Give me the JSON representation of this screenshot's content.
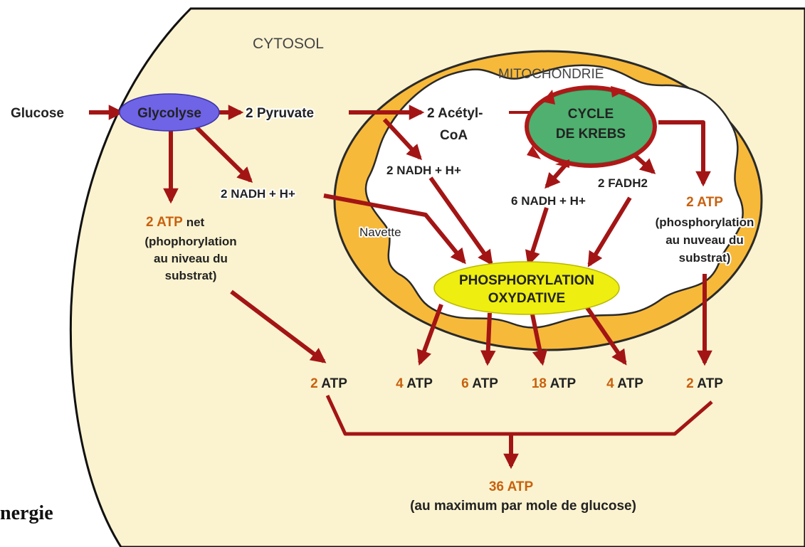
{
  "labels": {
    "cytosol": "CYTOSOL",
    "mitochondrie": "MITOCHONDRIE",
    "glucose": "Glucose",
    "glycolyse": "Glycolyse",
    "pyruvate": "2 Pyruvate",
    "acetyl_line1": "2 Acétyl-",
    "acetyl_line2": "CoA",
    "krebs_line1": "CYCLE",
    "krebs_line2": "DE KREBS",
    "nadh_mito_num": "2",
    "nadh_mito_rest": "NADH + H+",
    "nadh_cyto_num": "2",
    "nadh_cyto_rest": "NADH + H+",
    "nadh6_num": "6",
    "nadh6_rest": "NADH + H+",
    "fadh_num": "2",
    "fadh_rest": "FADH2",
    "atp_net_num": "2",
    "atp_net_word": "ATP",
    "atp_net_suffix": "net",
    "atp_net_desc1": "(phophorylation",
    "atp_net_desc2": "au niveau du",
    "atp_net_desc3": "substrat)",
    "atp_krebs_num": "2",
    "atp_krebs_word": "ATP",
    "atp_krebs_desc1": "(phosphorylation",
    "atp_krebs_desc2": "au nuveau du",
    "atp_krebs_desc3": "substrat)",
    "navette": "Navette",
    "phospho_line1": "PHOSPHORYLATION",
    "phospho_line2": "OXYDATIVE",
    "total_num": "36",
    "total_word": "ATP",
    "total_desc": "(au maximum par mole de glucose)",
    "caption": "nergie"
  },
  "atp_row": [
    {
      "num": "2",
      "word": "ATP"
    },
    {
      "num": "4",
      "word": "ATP"
    },
    {
      "num": "6",
      "word": "ATP"
    },
    {
      "num": "18",
      "word": "ATP"
    },
    {
      "num": "4",
      "word": "ATP"
    },
    {
      "num": "2",
      "word": "ATP"
    }
  ],
  "colors": {
    "cytosol_fill": "#fbf3cf",
    "mito_fill": "#f7b93a",
    "matrix_fill": "#ffffff",
    "arrow": "#a31515",
    "glycolyse_fill": "#6f63e6",
    "krebs_fill": "#4fb06f",
    "phospho_fill": "#eeee10",
    "atp_number": "#c8610f"
  }
}
